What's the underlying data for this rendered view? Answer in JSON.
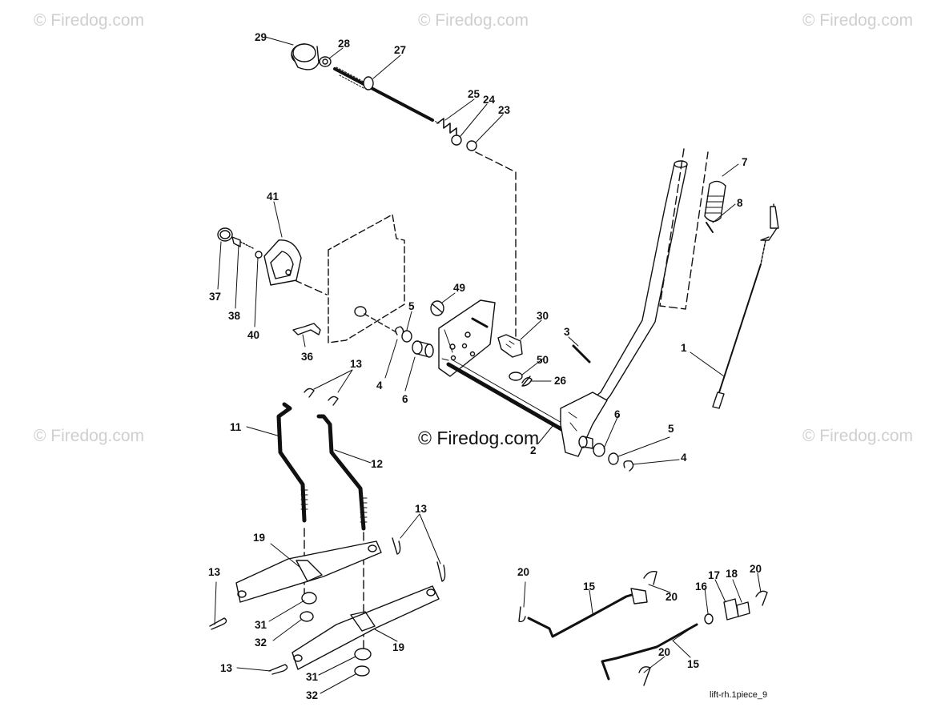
{
  "watermarks": {
    "text": "© Firedog.com",
    "center": "© Firedog.com"
  },
  "footer": "lift-rh.1piece_9",
  "callouts": [
    {
      "id": "c29",
      "label": "29"
    },
    {
      "id": "c28",
      "label": "28"
    },
    {
      "id": "c27",
      "label": "27"
    },
    {
      "id": "c25",
      "label": "25"
    },
    {
      "id": "c24",
      "label": "24"
    },
    {
      "id": "c23",
      "label": "23"
    },
    {
      "id": "c7",
      "label": "7"
    },
    {
      "id": "c8",
      "label": "8"
    },
    {
      "id": "c41",
      "label": "41"
    },
    {
      "id": "c37",
      "label": "37"
    },
    {
      "id": "c38",
      "label": "38"
    },
    {
      "id": "c40",
      "label": "40"
    },
    {
      "id": "c36",
      "label": "36"
    },
    {
      "id": "c49",
      "label": "49"
    },
    {
      "id": "c5a",
      "label": "5"
    },
    {
      "id": "c4a",
      "label": "4"
    },
    {
      "id": "c6a",
      "label": "6"
    },
    {
      "id": "c30",
      "label": "30"
    },
    {
      "id": "c3",
      "label": "3"
    },
    {
      "id": "c50",
      "label": "50"
    },
    {
      "id": "c26",
      "label": "26"
    },
    {
      "id": "c1",
      "label": "1"
    },
    {
      "id": "c13a",
      "label": "13"
    },
    {
      "id": "c11",
      "label": "11"
    },
    {
      "id": "c12",
      "label": "12"
    },
    {
      "id": "c2",
      "label": "2"
    },
    {
      "id": "c6b",
      "label": "6"
    },
    {
      "id": "c5b",
      "label": "5"
    },
    {
      "id": "c4b",
      "label": "4"
    },
    {
      "id": "c13b",
      "label": "13"
    },
    {
      "id": "c19a",
      "label": "19"
    },
    {
      "id": "c13c",
      "label": "13"
    },
    {
      "id": "c31a",
      "label": "31"
    },
    {
      "id": "c32a",
      "label": "32"
    },
    {
      "id": "c19b",
      "label": "19"
    },
    {
      "id": "c13d",
      "label": "13"
    },
    {
      "id": "c31b",
      "label": "31"
    },
    {
      "id": "c32b",
      "label": "32"
    },
    {
      "id": "c20a",
      "label": "20"
    },
    {
      "id": "c15a",
      "label": "15"
    },
    {
      "id": "c20b",
      "label": "20"
    },
    {
      "id": "c16",
      "label": "16"
    },
    {
      "id": "c17",
      "label": "17"
    },
    {
      "id": "c18",
      "label": "18"
    },
    {
      "id": "c20c",
      "label": "20"
    },
    {
      "id": "c20d",
      "label": "20"
    },
    {
      "id": "c15b",
      "label": "15"
    }
  ]
}
